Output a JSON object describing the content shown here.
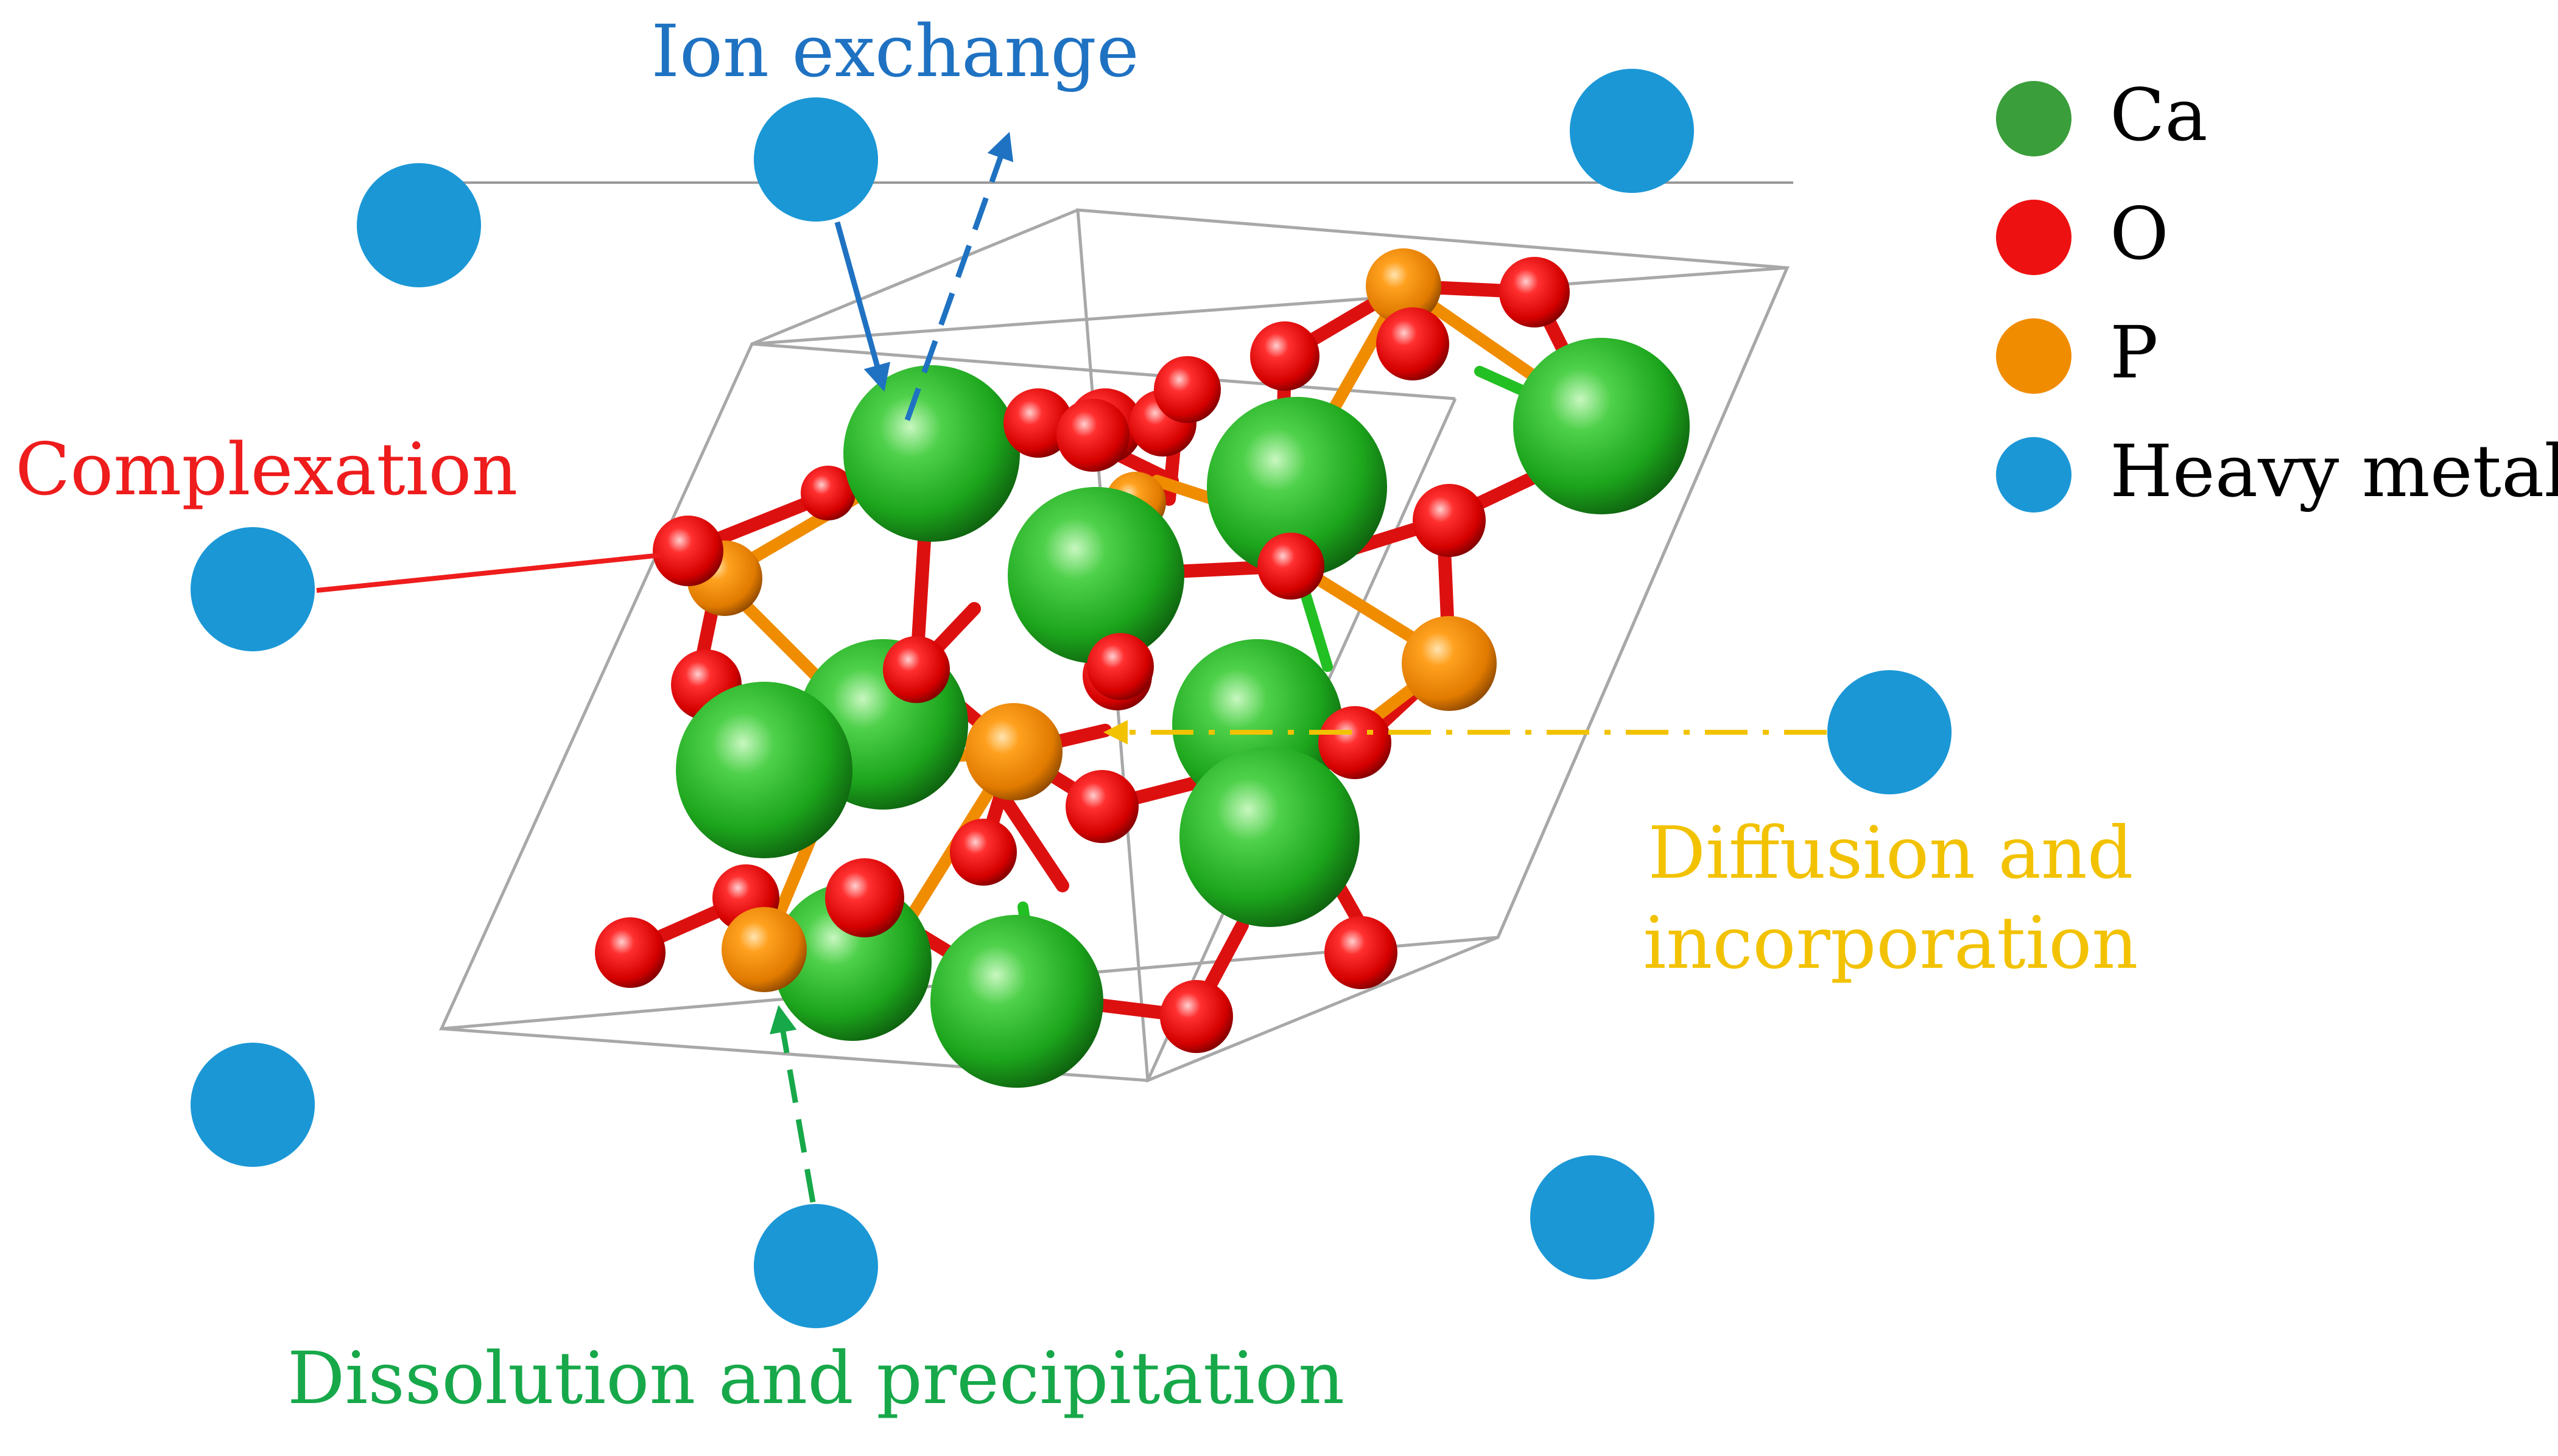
{
  "labels": {
    "ion_exchange": "Ion exchange",
    "complexation": "Complexation",
    "diffusion_line1": "Diffusion and",
    "diffusion_line2": "incorporation",
    "dissolution": "Dissolution and precipitation"
  },
  "legend": [
    {
      "key": "ca",
      "label": "Ca",
      "color": "#3a9e3a"
    },
    {
      "key": "o",
      "label": "O",
      "color": "#ee1111"
    },
    {
      "key": "p",
      "label": "P",
      "color": "#f08c00"
    },
    {
      "key": "hm",
      "label": "Heavy metal",
      "color": "#1b97d6"
    }
  ],
  "colors": {
    "ion_exchange": "#1f72c2",
    "complexation": "#ee1c1c",
    "diffusion": "#f2c200",
    "dissolution": "#17a84a",
    "heavy_metal": "#1b97d6",
    "ca": "#1fb11f",
    "o": "#ee1111",
    "p": "#f08c00",
    "cell": "#9a9a9a"
  }
}
